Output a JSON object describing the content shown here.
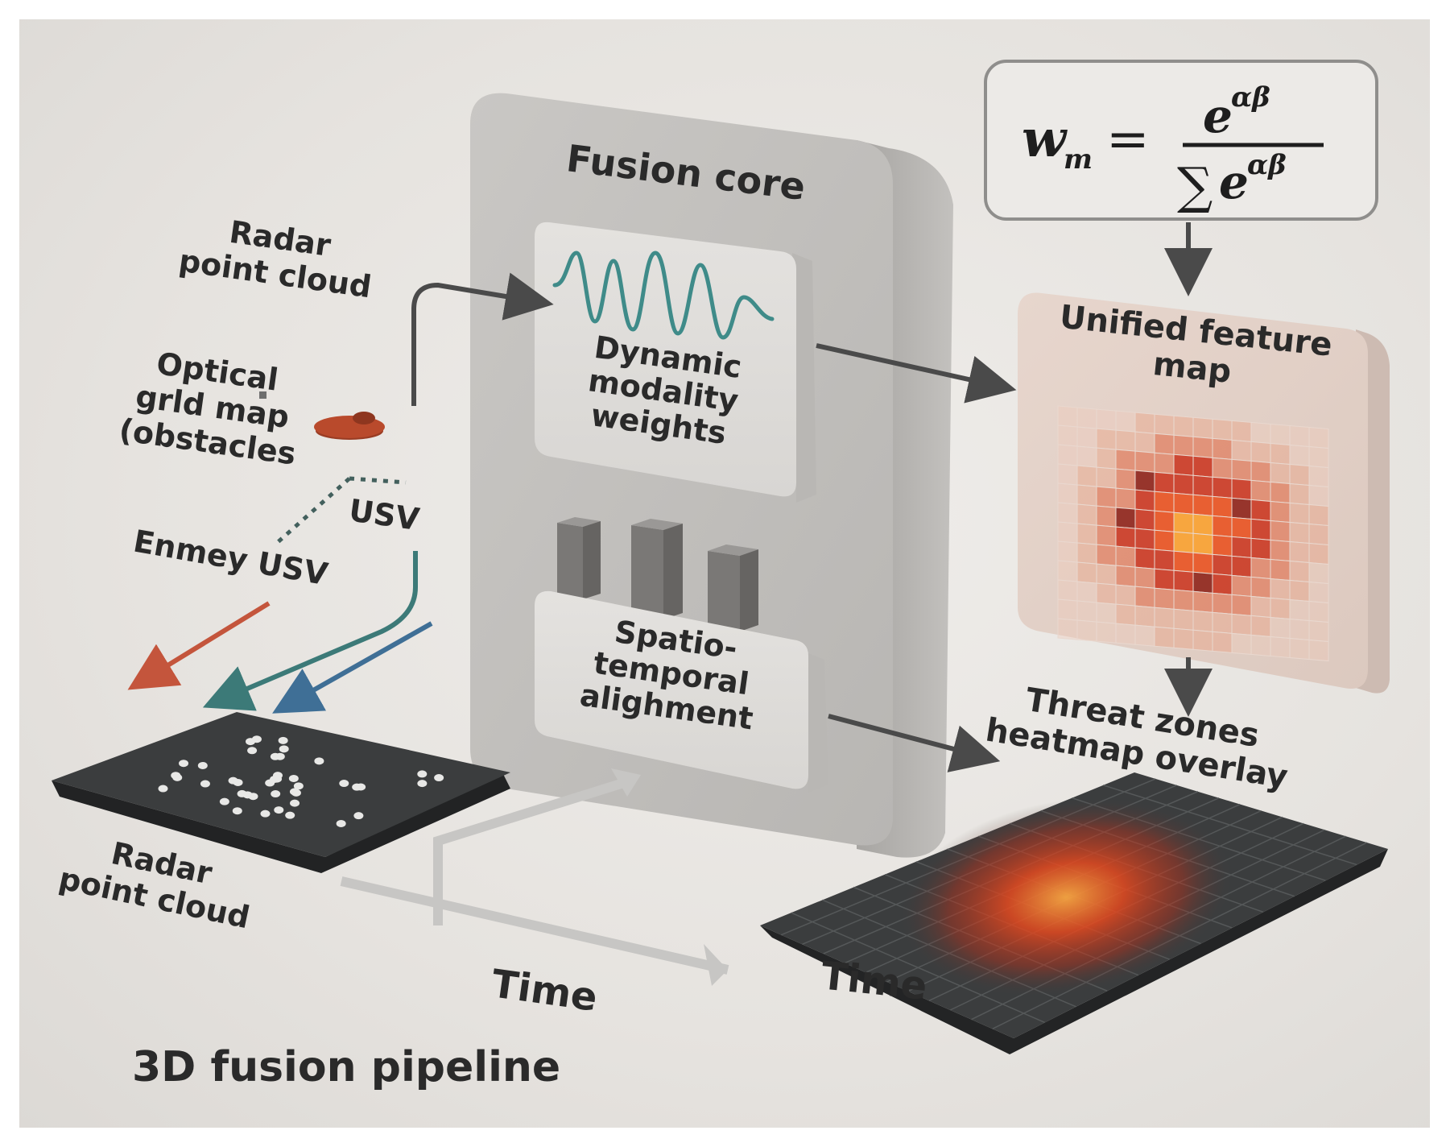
{
  "title": "3D fusion pipeline",
  "fusion_core": {
    "title": "Fusion core",
    "dynamic_weights": [
      "Dynamic",
      "modality",
      "weights"
    ],
    "spatio_temporal": [
      "Spatio-",
      "temporal",
      "alighment"
    ]
  },
  "formula": {
    "lhs": "w",
    "lhs_sub": "m",
    "equals": "=",
    "num_base": "e",
    "exp": "αβ",
    "sum": "∑",
    "den_base": "e"
  },
  "unified_map": {
    "label": [
      "Unified feature",
      "map"
    ]
  },
  "threat": {
    "label": [
      "Threat zones",
      "heatmap overlay"
    ]
  },
  "inputs": {
    "radar_top": [
      "Radar",
      "point cloud"
    ],
    "optical": [
      "Optical",
      "grld map",
      "(obstacles"
    ],
    "usv": "USV",
    "enemy_usv": "Enmey USV"
  },
  "radar_board": {
    "label": [
      "Radar",
      "point cloud"
    ]
  },
  "time_labels": {
    "left": "Time",
    "right": "Time"
  },
  "colors": {
    "wave": "#3f8b89",
    "arrow_red": "#c4553c",
    "arrow_teal": "#3c7a78",
    "arrow_blue": "#3f6f96",
    "board": "#3b3d3e",
    "heat_hot": "#d62a12",
    "heat_core": "#f3a43a",
    "boat": "#b94a2c"
  }
}
